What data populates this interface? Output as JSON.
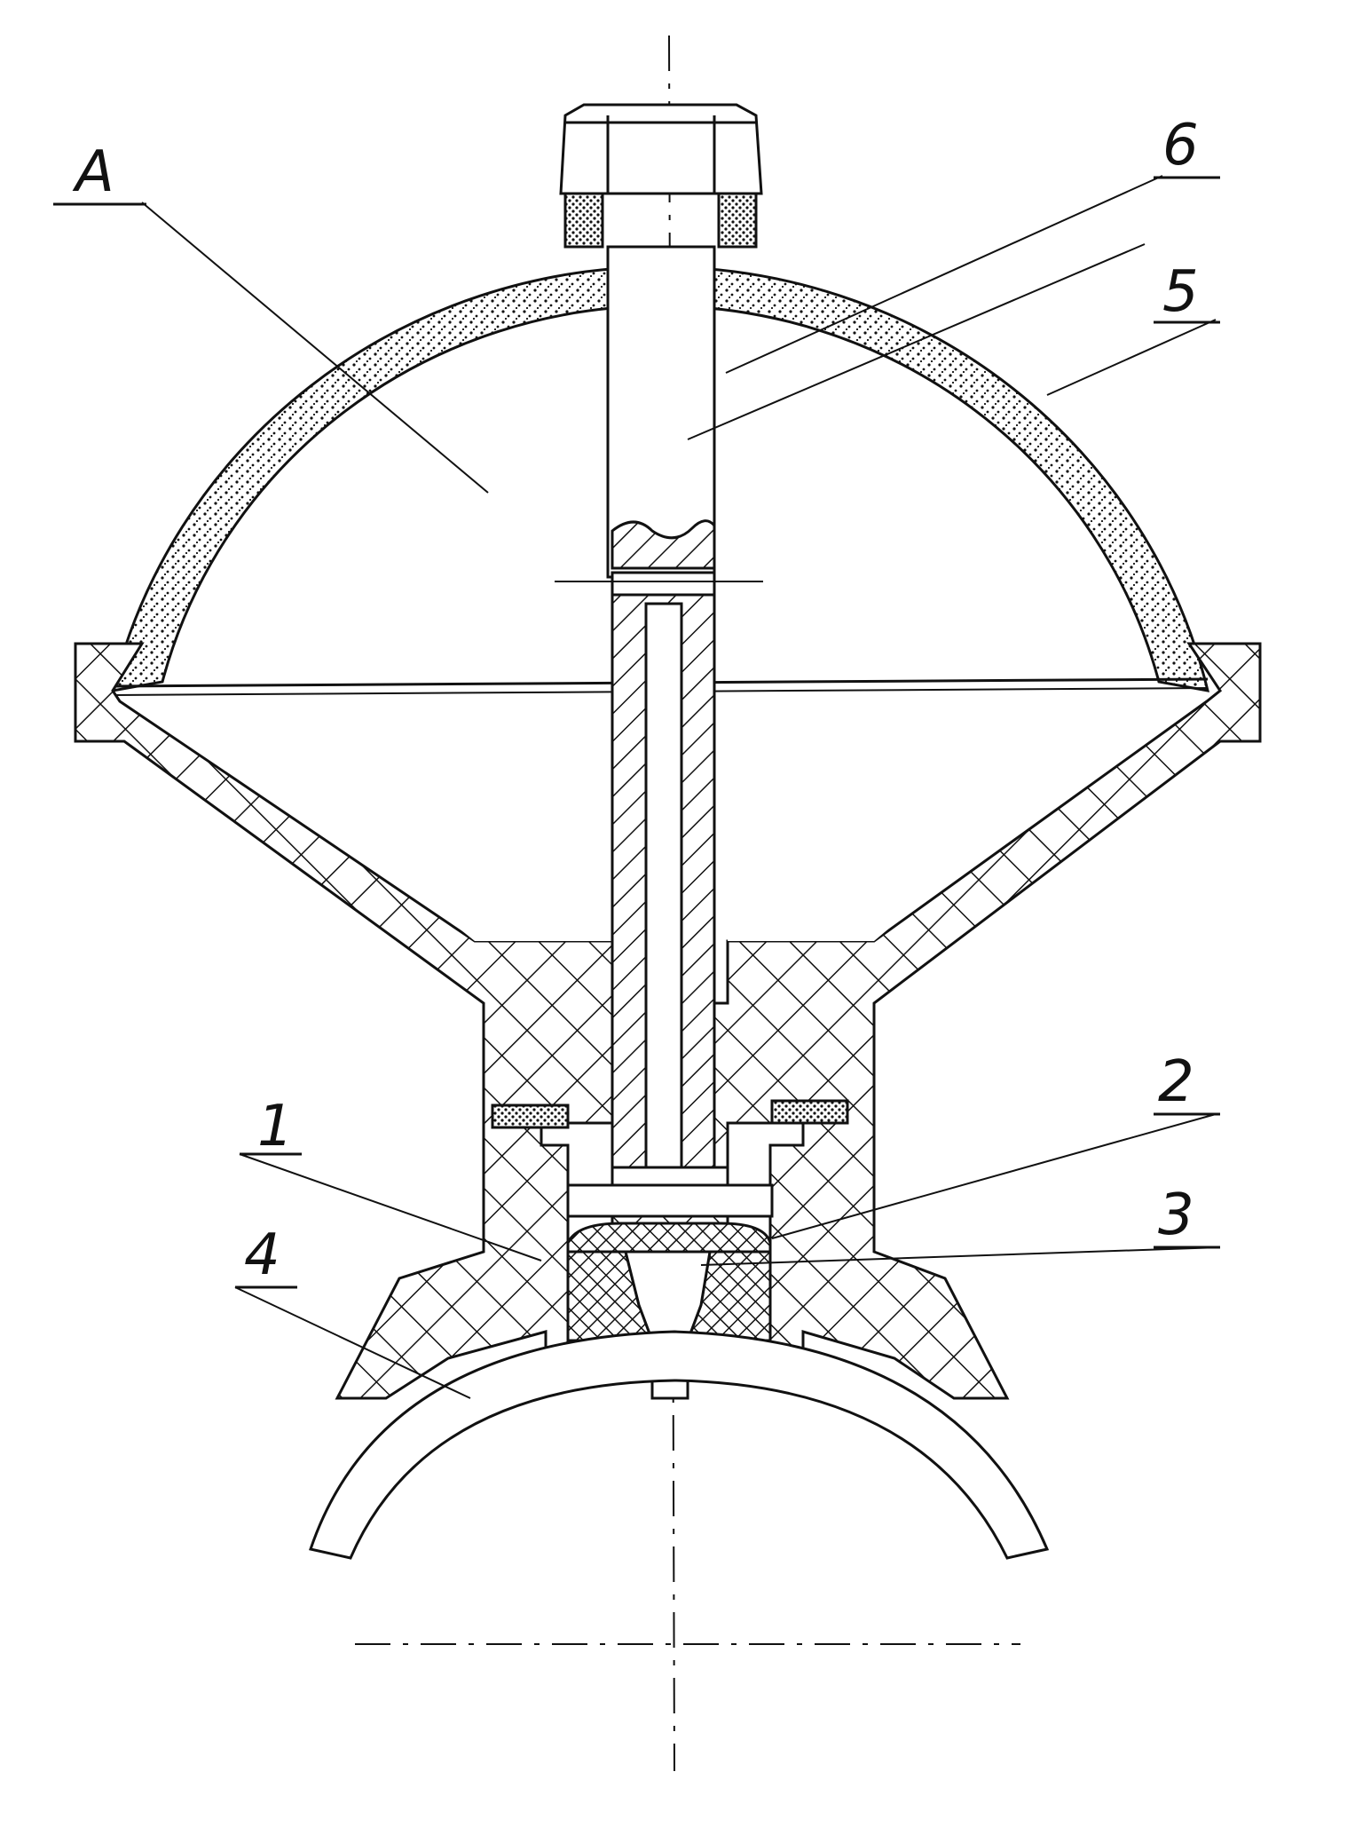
{
  "labels": {
    "A": "A",
    "p6": "6",
    "p5": "5",
    "p2": "2",
    "p1": "1",
    "p3": "3",
    "p4": "4"
  },
  "colors": {
    "ink": "#111111",
    "paper": "#ffffff"
  }
}
